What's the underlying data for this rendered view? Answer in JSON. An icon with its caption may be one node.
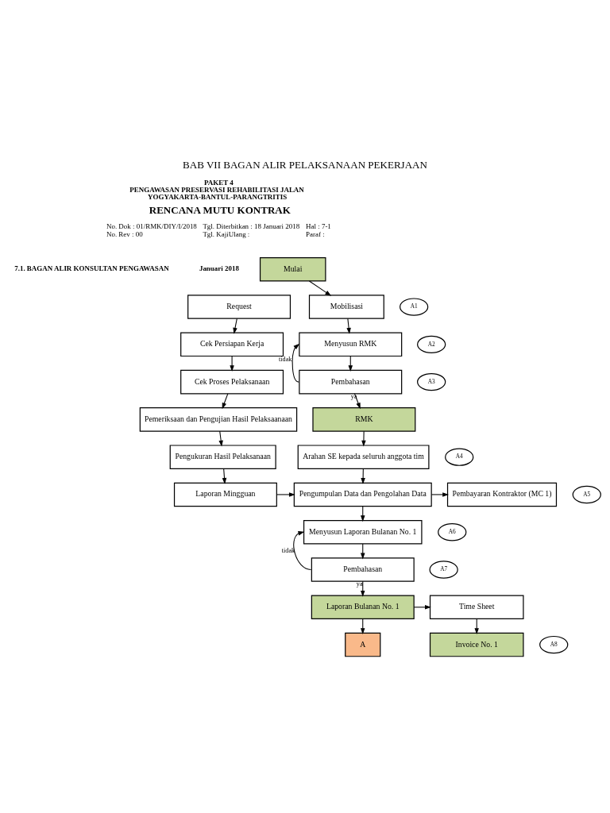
{
  "diagram": {
    "title": "BAB VII BAGAN ALIR PELAKSANAAN PEKERJAAN",
    "nodes": [
      {
        "text": [
          "Mulai"
        ]
      },
      {
        "text": [
          "Request"
        ]
      },
      {
        "text": [
          "Cek Persiapan Kerja"
        ]
      },
      {
        "text": [
          "Cek Proses Pelaksanaan"
        ]
      },
      {
        "text": [
          "Pemeriksaan dan Pengujian Hasil Pelaksaanaan"
        ]
      },
      {
        "text": [
          "Pengukuran Hasil Pelaksanaan"
        ]
      },
      {
        "text": [
          "Laporan Mingguan"
        ]
      },
      {
        "text": [
          "Mobilisasi"
        ]
      },
      {
        "text": [
          "Menyusun RMK"
        ]
      },
      {
        "text": [
          "Pembahasan"
        ]
      },
      {
        "text": [
          "RMK"
        ]
      },
      {
        "text": [
          "Arahan SE kepada seluruh anggota tim"
        ]
      },
      {
        "text": [
          "Pengumpulan Data dan Pengolahan Data"
        ]
      },
      {
        "text": [
          "Pembayaran Kontraktor (MC 1)"
        ]
      },
      {
        "text": [
          "Menyusun Laporan Bulanan No. 1"
        ]
      },
      {
        "text": [
          "Pembahasan"
        ]
      },
      {
        "text": [
          "Laporan Bulanan No. 1"
        ]
      },
      {
        "text": [
          "Time Sheet"
        ]
      },
      {
        "text": [
          "A"
        ]
      },
      {
        "text": [
          "Invoice No. 1"
        ]
      },
      {
        "text": [
          "A1"
        ]
      },
      {
        "text": [
          "A2"
        ]
      },
      {
        "text": [
          "A3"
        ]
      },
      {
        "text": [
          "A4"
        ]
      },
      {
        "text": [
          "A5"
        ]
      },
      {
        "text": [
          "A6"
        ]
      },
      {
        "text": [
          "A7"
        ]
      },
      {
        "text": [
          "A8"
        ]
      }
    ],
    "edges": [
      {
        "from": 0,
        "to": 7,
        "arrow": "to"
      },
      {
        "from": 1,
        "to": 2,
        "arrow": "to"
      },
      {
        "from": 2,
        "to": 3,
        "arrow": "to"
      },
      {
        "from": 3,
        "to": 4,
        "arrow": "to"
      },
      {
        "from": 4,
        "to": 5,
        "arrow": "to"
      },
      {
        "from": 5,
        "to": 6,
        "arrow": "to"
      },
      {
        "from": 7,
        "to": 8,
        "arrow": "to"
      },
      {
        "from": 8,
        "to": 9,
        "arrow": "to"
      },
      {
        "from": 9,
        "to": 8,
        "arrow": "to",
        "label": "tidak"
      },
      {
        "from": 9,
        "to": 10,
        "arrow": "to",
        "label": "ya"
      },
      {
        "from": 10,
        "to": 11,
        "arrow": "to"
      },
      {
        "from": 11,
        "to": 12,
        "arrow": "to"
      },
      {
        "from": 6,
        "to": 12,
        "arrow": "to"
      },
      {
        "from": 12,
        "to": 13,
        "arrow": "to"
      },
      {
        "from": 12,
        "to": 14,
        "arrow": "to"
      },
      {
        "from": 14,
        "to": 15,
        "arrow": "to"
      },
      {
        "from": 15,
        "to": 14,
        "arrow": "to",
        "label": "tidak"
      },
      {
        "from": 15,
        "to": 16,
        "arrow": "to",
        "label": "ya"
      },
      {
        "from": 16,
        "to": 17,
        "arrow": "to"
      },
      {
        "from": 16,
        "to": 18,
        "arrow": "to"
      },
      {
        "from": 17,
        "to": 19,
        "arrow": "to"
      }
    ],
    "labels": [
      "PAKET 4",
      "PENGAWASAN PRESERVASI REHABILITASI JALAN",
      "YOGYAKARTA-BANTUL-PARANGTRITIS",
      "RENCANA MUTU KONTRAK",
      "No. Dok : 01/RMK/DIY/I/2018",
      "Tgl. Diterbitkan : 18 Januari 2018",
      "Hal : 7-1",
      "No. Rev : 00",
      "Tgl. KajiUlang :",
      "Paraf :",
      "7.1. BAGAN ALIR KONSULTAN PENGAWASAN",
      "Januari 2018"
    ]
  }
}
